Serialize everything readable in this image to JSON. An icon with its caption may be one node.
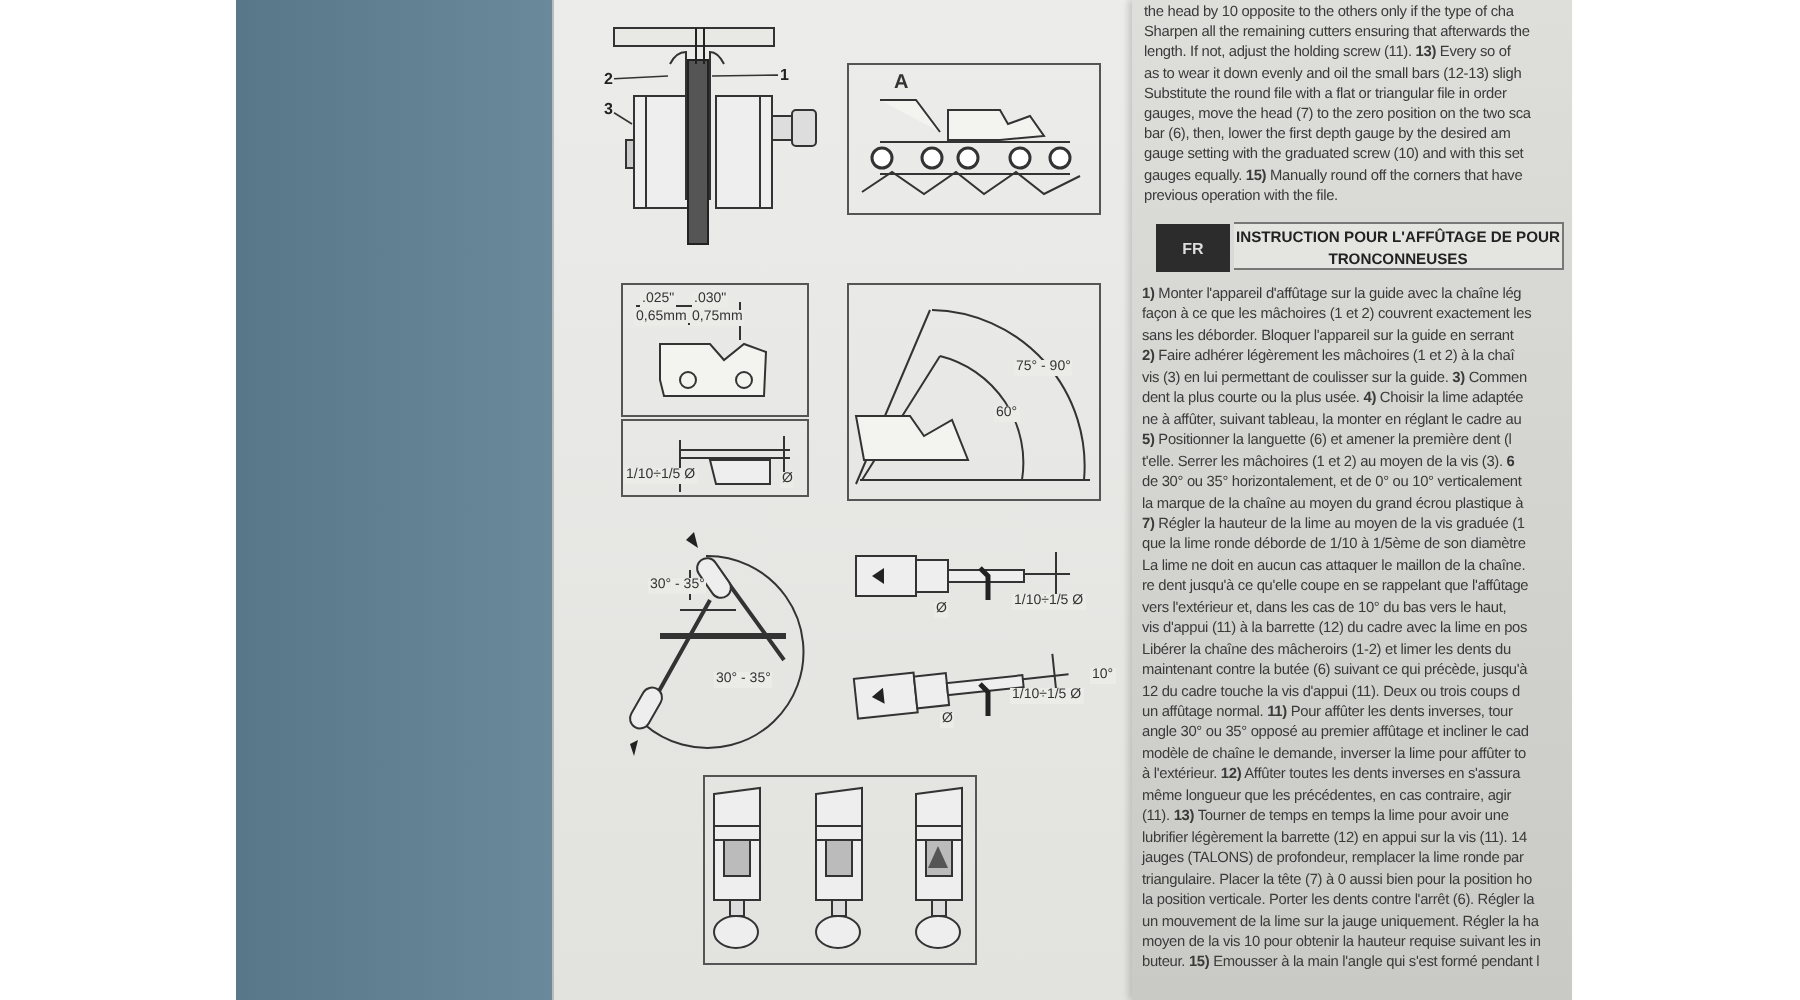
{
  "diagram": {
    "nodes": [
      {
        "text": [
          "2"
        ]
      },
      {
        "text": [
          "1"
        ]
      },
      {
        "text": [
          "3"
        ]
      },
      {
        "text": [
          "FR"
        ]
      },
      {
        "text": [
          "INSTRUCTION POUR L'AFFÛTAGE DE POUR TRONCONNEUSES"
        ]
      }
    ],
    "edges": [
      {
        "from": 0,
        "to": null,
        "arrow": "none"
      },
      {
        "from": 1,
        "to": null,
        "arrow": "none"
      },
      {
        "from": 2,
        "to": null,
        "arrow": "none"
      }
    ],
    "labels": [
      "A",
      ".025\"",
      ".030\"",
      "0,65mm",
      "0,75mm",
      "75° - 90°",
      "60°",
      "1/10÷1/5 Ø",
      "Ø",
      "30° - 35°",
      "30° - 35°",
      "Ø",
      "1/10÷1/5 Ø",
      "Ø",
      "1/10÷1/5 Ø",
      "10°",
      "the head by 10 opposite to the others only if the type of cha",
      "Sharpen all the remaining cutters ensuring that afterwards the",
      "length. If not, adjust the holding screw (11). **13)** Every so of",
      "as to wear it down evenly and oil the small bars (12-13) sligh",
      "Substitute the round file with a flat or triangular file in order",
      "gauges, move the head (7) to the zero position on the two sca",
      "bar (6), then, lower the first depth gauge by the desired am",
      "gauge setting with the graduated screw (10) and with this set",
      "gauges equally. **15)** Manually round off the corners that have",
      "previous operation with the file.",
      "**1)** Monter l'appareil d'affûtage sur la guide avec la chaîne lég",
      "façon à ce que les mâchoires (1 et 2) couvrent exactement les",
      "sans les déborder. Bloquer l'appareil sur la guide en serrant",
      "**2)** Faire adhérer légèrement les mâchoires (1 et 2) à la chaî",
      "vis (3) en lui permettant de coulisser sur la guide. **3)** Commen",
      "dent la plus courte ou la plus usée. **4)** Choisir la lime adaptée",
      "ne à affûter, suivant tableau, la monter en réglant le cadre au",
      "**5)** Positionner la languette (6) et amener la première dent (l",
      "t'elle. Serrer les mâchoires (1 et 2) au moyen de la vis (3). **6**",
      "de 30° ou 35° horizontalement, et de 0° ou 10° verticalement",
      "la marque de la chaîne au moyen du grand écrou plastique à",
      "**7)** Régler la hauteur de la lime au moyen de la vis graduée (1",
      "que la lime ronde déborde de 1/10 à 1/5ème de son diamètre",
      "La lime ne doit en aucun cas attaquer le maillon de la chaîne.",
      "re dent jusqu'à ce qu'elle coupe en se rappelant que l'affûtage",
      "vers l'extérieur et, dans les cas de 10° du bas vers le haut,",
      "vis d'appui (11) à la barrette (12) du cadre avec la lime en pos",
      "Libérer la chaîne des mâcheroirs (1-2) et limer les dents du",
      "maintenant contre la butée (6) suivant ce qui précède, jusqu'à",
      "12 du cadre touche la vis d'appui (11). Deux ou trois coups d",
      "un affûtage normal. **11)** Pour affûter les dents inverses, tour",
      "angle 30° ou 35° opposé au premier affûtage et incliner le cad",
      "modèle de chaîne le demande, inverser la lime pour affûter to",
      "à l'extérieur. **12)** Affûter toutes les dents inverses en s'assura",
      "même longueur que les précédentes, en cas contraire, agir",
      "(11). **13)** Tourner de temps en temps la lime pour avoir une",
      "lubrifier légèrement la barrette (12) en appui sur la vis (11). 14",
      "jauges (TALONS) de profondeur, remplacer la lime ronde par",
      "triangulaire. Placer la tête (7) à 0 aussi bien pour la position ho",
      "la position verticale. Porter les dents contre l'arrêt (6). Régler la",
      "un mouvement de la lime sur la jauge uniquement. Régler la ha",
      "moyen de la vis 10 pour obtenir la hauteur requise suivant les in",
      "buteur. **15)** Emousser à la main l'angle qui s'est formé pendant l"
    ]
  }
}
